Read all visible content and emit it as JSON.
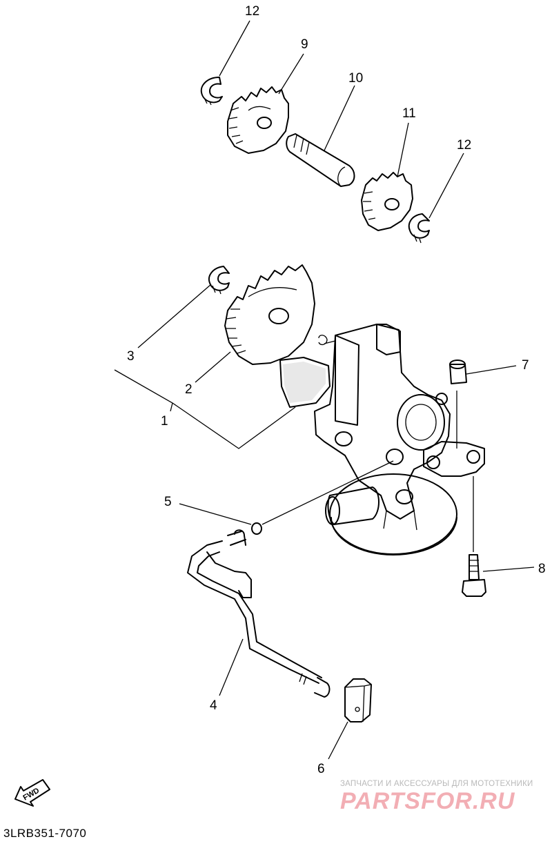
{
  "diagram": {
    "callouts": {
      "c1": "1",
      "c2": "2",
      "c3": "3",
      "c4": "4",
      "c5": "5",
      "c6": "6",
      "c7": "7",
      "c8": "8",
      "c9": "9",
      "c10": "10",
      "c11": "11",
      "c12a": "12",
      "c12b": "12"
    },
    "fwd_label": "FWD",
    "code": "3LRB351-7070"
  },
  "watermark": {
    "tagline": "ЗАПЧАСТИ И АКСЕССУАРЫ ДЛЯ МОТОТЕХНИКИ",
    "logo": "PARTSFOR.RU"
  }
}
